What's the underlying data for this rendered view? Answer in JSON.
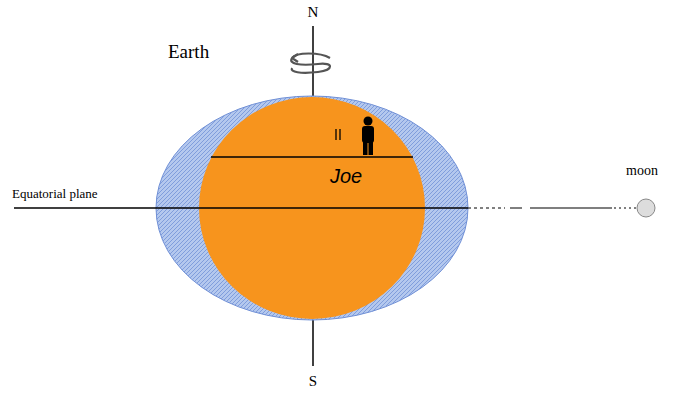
{
  "diagram": {
    "labels": [
      "N",
      "Earth",
      "Joe",
      "Equatorial plane",
      "moon",
      "S"
    ]
  }
}
